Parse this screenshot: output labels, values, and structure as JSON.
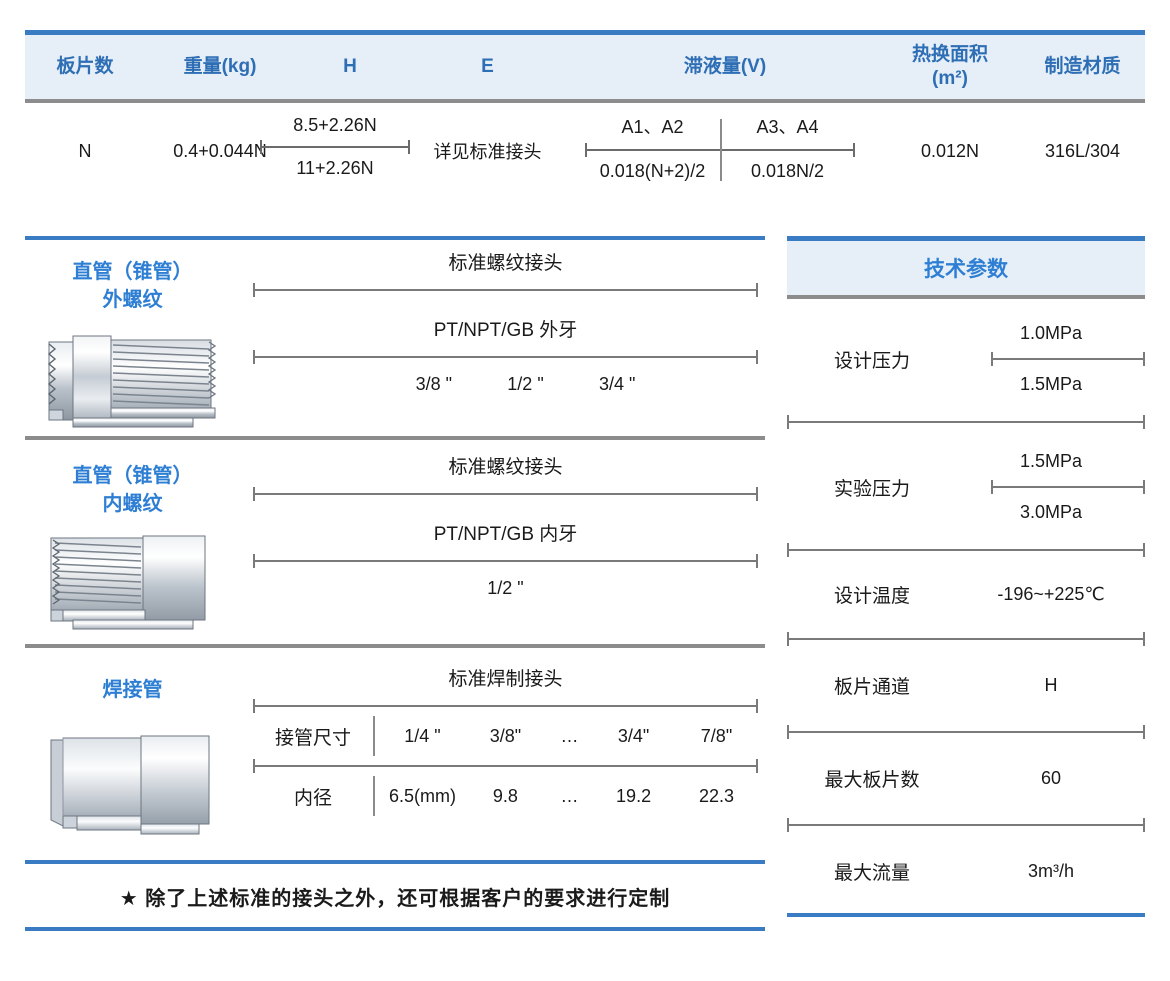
{
  "spec_table": {
    "headers": [
      {
        "label": "板片数"
      },
      {
        "label": "重量(kg)"
      },
      {
        "label": "H"
      },
      {
        "label": "E"
      },
      {
        "label": "滞液量(V)"
      },
      {
        "label": "热换面积"
      },
      {
        "label": "(m²)"
      },
      {
        "label": "制造材质"
      }
    ],
    "plate_count": "N",
    "weight": "0.4+0.044N",
    "h_top": "8.5+2.26N",
    "h_bottom": "11+2.26N",
    "e_value": "详见标准接头",
    "v_left_top": "A1、A2",
    "v_left_bottom": "0.018(N+2)/2",
    "v_right_top": "A3、A4",
    "v_right_bottom": "0.018N/2",
    "heat_area": "0.012N",
    "material": "316L/304"
  },
  "connectors": [
    {
      "title_line1": "直管（锥管）",
      "title_line2": "外螺纹",
      "caption_top": "标准螺纹接头",
      "caption_mid": "PT/NPT/GB 外牙",
      "sizes": [
        "3/8 \"",
        "1/2 \"",
        "3/4 \""
      ]
    },
    {
      "title_line1": "直管（锥管）",
      "title_line2": "内螺纹",
      "caption_top": "标准螺纹接头",
      "caption_mid": "PT/NPT/GB 内牙",
      "sizes": [
        "1/2 \""
      ]
    },
    {
      "title_line1": "焊接管",
      "title_line2": "",
      "caption_top": "标准焊制接头",
      "size_row_label": "接管尺寸",
      "size_row_values": [
        "1/4 \"",
        "3/8\"",
        "…",
        "3/4\"",
        "7/8\""
      ],
      "bore_row_label": "内径",
      "bore_row_values": [
        "6.5(mm)",
        "9.8",
        "…",
        "19.2",
        "22.3"
      ]
    }
  ],
  "footnote": "★ 除了上述标准的接头之外，还可根据客户的要求进行定制",
  "tech_params": {
    "title": "技术参数",
    "rows": [
      {
        "label": "设计压力",
        "type": "range",
        "top": "1.0MPa",
        "bottom": "1.5MPa"
      },
      {
        "label": "实验压力",
        "type": "range",
        "top": "1.5MPa",
        "bottom": "3.0MPa"
      },
      {
        "label": "设计温度",
        "type": "single",
        "value": "-196~+225℃"
      },
      {
        "label": "板片通道",
        "type": "single",
        "value": "H"
      },
      {
        "label": "最大板片数",
        "type": "single",
        "value": "60"
      },
      {
        "label": "最大流量",
        "type": "single",
        "value": "3m³/h"
      }
    ]
  },
  "colors": {
    "accent_blue": "#3a7cc4",
    "header_fill": "#e6eff8",
    "title_blue": "#2e7fd4",
    "rule_grey": "#8c8c8c"
  }
}
